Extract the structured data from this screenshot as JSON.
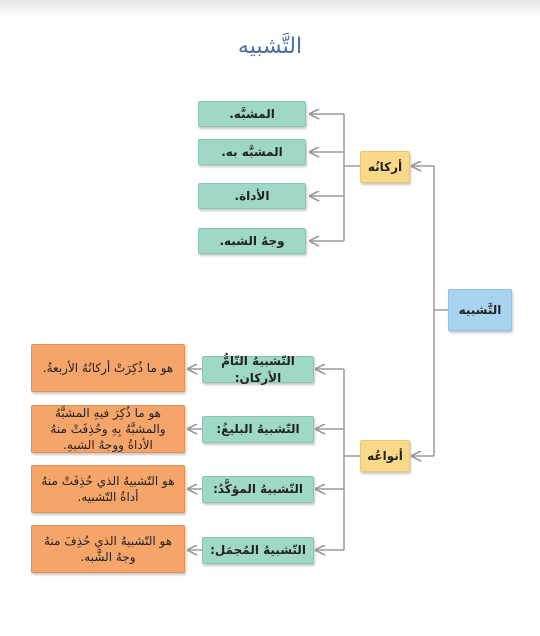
{
  "title": "التَّشبيه",
  "root": {
    "label": "التَّشبيه"
  },
  "branches": {
    "arkan": {
      "label": "أركانُه"
    },
    "anwa": {
      "label": "أنواعُه"
    }
  },
  "pillars": [
    {
      "label": "المشبَّه."
    },
    {
      "label": "المشبَّه به."
    },
    {
      "label": "الأداة."
    },
    {
      "label": "وجهُ الشبه."
    }
  ],
  "types": [
    {
      "label": "التّشبيهُ التّامُّ الأركان:",
      "definition": "هو ما ذُكِرَتْ أركانُهُ الأربعةُ."
    },
    {
      "label": "التّشبيهُ البليغُ:",
      "definition": "هو ما ذُكِرَ فيهِ المشبَّهُ والمشبَّهُ بِهِ وحُذِفَتْ منهُ الأداةُ ووجهُ الشبهِ."
    },
    {
      "label": "التّشبيهُ المؤكَّدُ:",
      "definition": "هو التّشبيهُ الذي حُذِفَتْ منهُ أداةُ التّشبيه."
    },
    {
      "label": "التّشبيهُ المُجمَل:",
      "definition": "هو التّشبيهُ الذي حُذِفَ منهُ وجهُ الشَّبه."
    }
  ],
  "colors": {
    "pillar_box": "#9fd9c3",
    "branch_box": "#fad88a",
    "root_box": "#a9d4ef",
    "definition_box": "#f5a56a",
    "connector": "#9a9a9a",
    "title": "#4f6fa0"
  }
}
